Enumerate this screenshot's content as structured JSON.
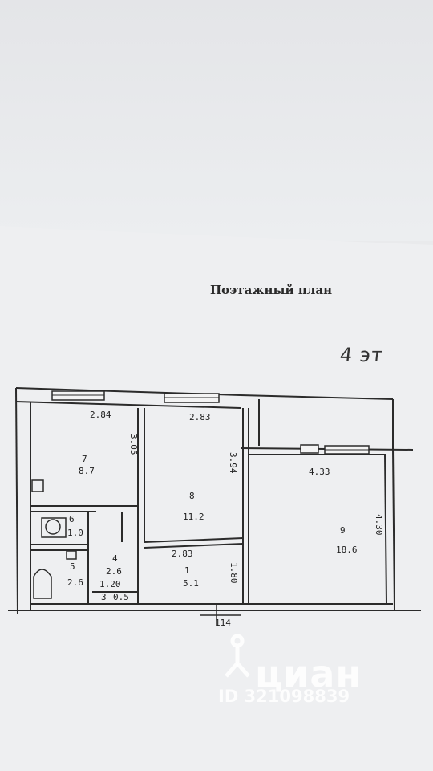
{
  "plan": {
    "title": "Поэтажный план",
    "floor_note": "4 эт",
    "rooms": [
      {
        "id": "7",
        "area": "8.7"
      },
      {
        "id": "8",
        "area": "11.2"
      },
      {
        "id": "9",
        "area": "18.6"
      },
      {
        "id": "6",
        "area": "1.0"
      },
      {
        "id": "5",
        "area": "2.6"
      },
      {
        "id": "4",
        "area": "2.6"
      },
      {
        "id": "1",
        "area": "5.1"
      },
      {
        "id": "3",
        "area": "0.5"
      }
    ],
    "dimensions": {
      "r7_width": "2.84",
      "r7_height": "3.05",
      "r8_width_top": "2.83",
      "r8_height": "3.94",
      "r8_width_bottom": "2.83",
      "r9_width": "4.33",
      "r9_height": "4.30",
      "r4_width": "1.20",
      "r1_height": "1.80",
      "stair": "114"
    }
  },
  "watermark": {
    "brand": "циан",
    "listing_id": "ID 321098839"
  }
}
